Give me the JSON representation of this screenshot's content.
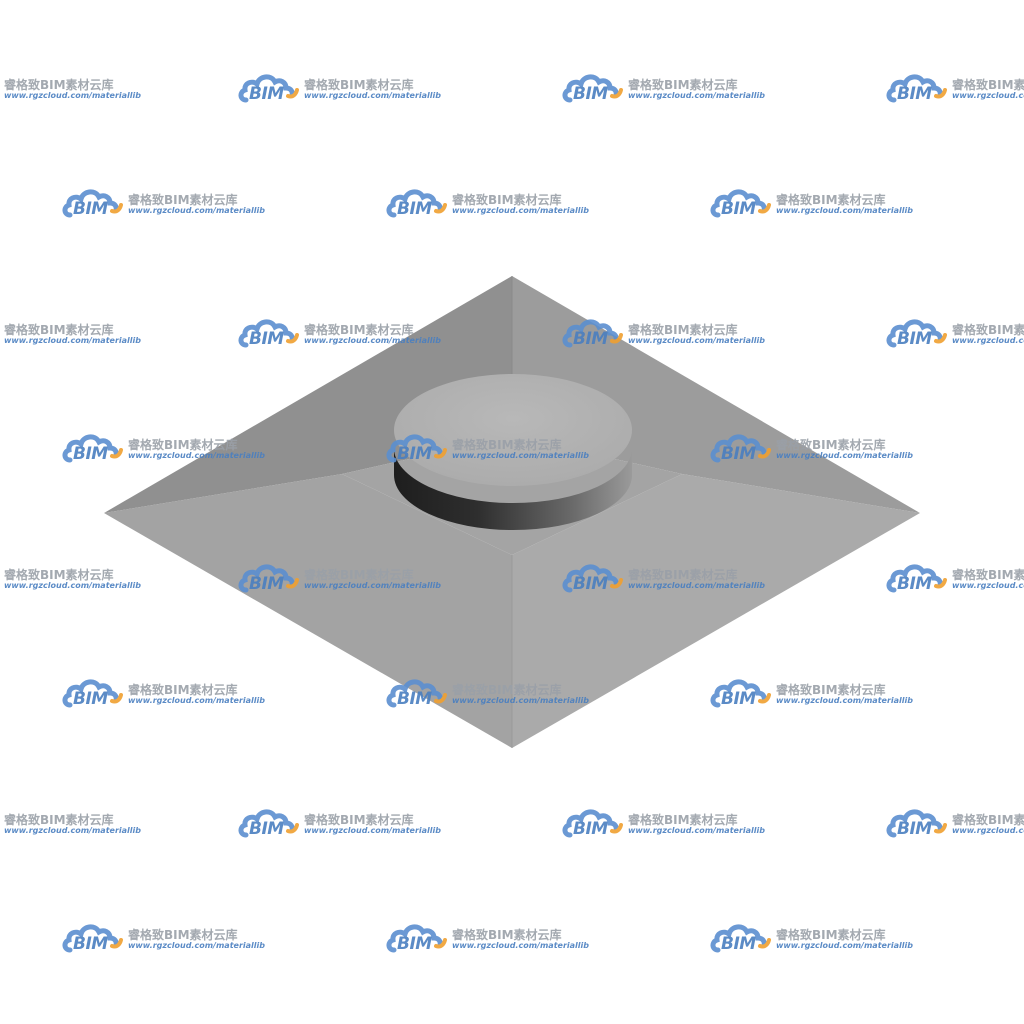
{
  "watermark": {
    "logo_text": "BIM",
    "brand_name": "睿格致BIM素材云库",
    "url": "www.rgzcloud.com/materiallib",
    "colors": {
      "cloud_blue": "#5b8fd0",
      "cloud_orange": "#f0a030",
      "brand_gray": "#9aa0a8",
      "url_blue": "#4a7fc0"
    }
  },
  "model": {
    "description_icon": "square-base-plate-with-cylinder-icon",
    "colors": {
      "plate_face_dark": "#8c8c8c",
      "plate_face_mid": "#999999",
      "plate_face_light": "#a6a6a6",
      "plate_face_lightest": "#b0b0b0",
      "cylinder_top": "#b3b3b3",
      "cylinder_side_dark": "#2a2a2a",
      "cylinder_side_light": "#8a8a8a"
    }
  }
}
